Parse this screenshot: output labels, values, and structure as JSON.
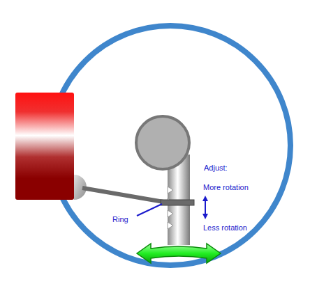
{
  "diagram": {
    "labels": [
      "Adjust:",
      "More rotation",
      "Less rotation",
      "Ring"
    ]
  }
}
